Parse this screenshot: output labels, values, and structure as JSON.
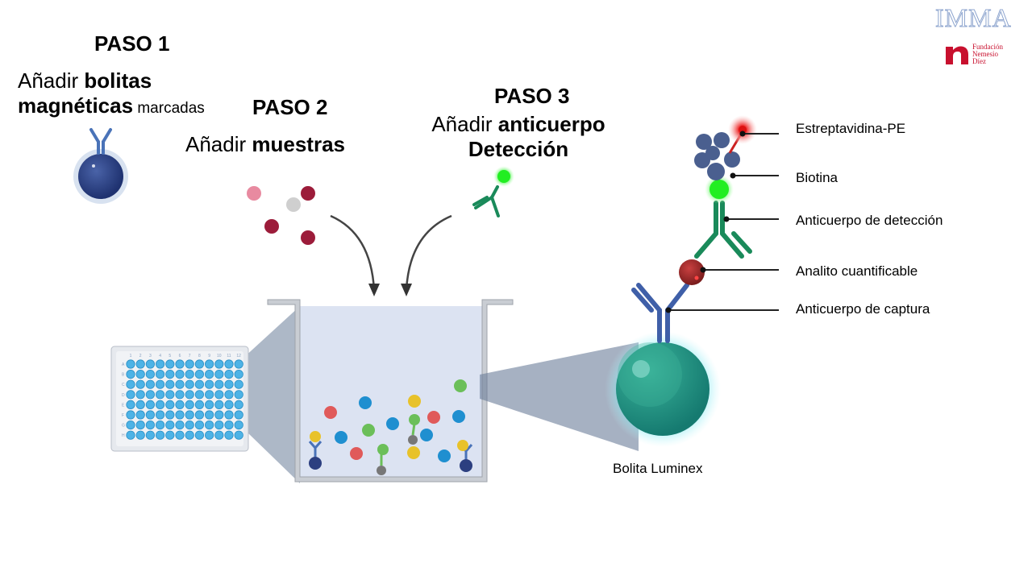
{
  "logo": {
    "text": "IMMA",
    "foundation_line1": "Fundación",
    "foundation_line2": "Nemesio",
    "foundation_line3": "Díez",
    "colors": {
      "imma": "#b8c9e6",
      "foundation": "#c8102e"
    }
  },
  "step1": {
    "title": "PASO 1",
    "text_pre": "Añadir ",
    "text_bold1": "bolitas",
    "text_bold2": "magnéticas",
    "text_small": " marcadas"
  },
  "step2": {
    "title": "PASO 2",
    "text_pre": "Añadir ",
    "text_bold": "muestras"
  },
  "step3": {
    "title": "PASO 3",
    "text_pre": "Añadir ",
    "text_bold1": "anticuerpo",
    "text_bold2": "Detección"
  },
  "labels": {
    "streptavidin": "Estreptavidina-PE",
    "biotin": "Biotina",
    "detection_antibody": "Anticuerpo de detección",
    "analyte": "Analito cuantificable",
    "capture_antibody": "Anticuerpo de captura",
    "bead": "Bolita Luminex"
  },
  "plate": {
    "col_numbers": [
      "1",
      "2",
      "3",
      "4",
      "5",
      "6",
      "7",
      "8",
      "9",
      "10",
      "11",
      "12"
    ],
    "row_letters": [
      "A",
      "B",
      "C",
      "D",
      "E",
      "F",
      "G",
      "H"
    ]
  },
  "colors": {
    "antibody_blue": "#3f5fa8",
    "antibody_green": "#1a8a5a",
    "bead_dark_blue": "#2c3f80",
    "luminex_teal": "#2a9d8f",
    "analyte_red": "#a52a2a",
    "biotin_green": "#33ee33",
    "pe_red": "#ee2222"
  }
}
